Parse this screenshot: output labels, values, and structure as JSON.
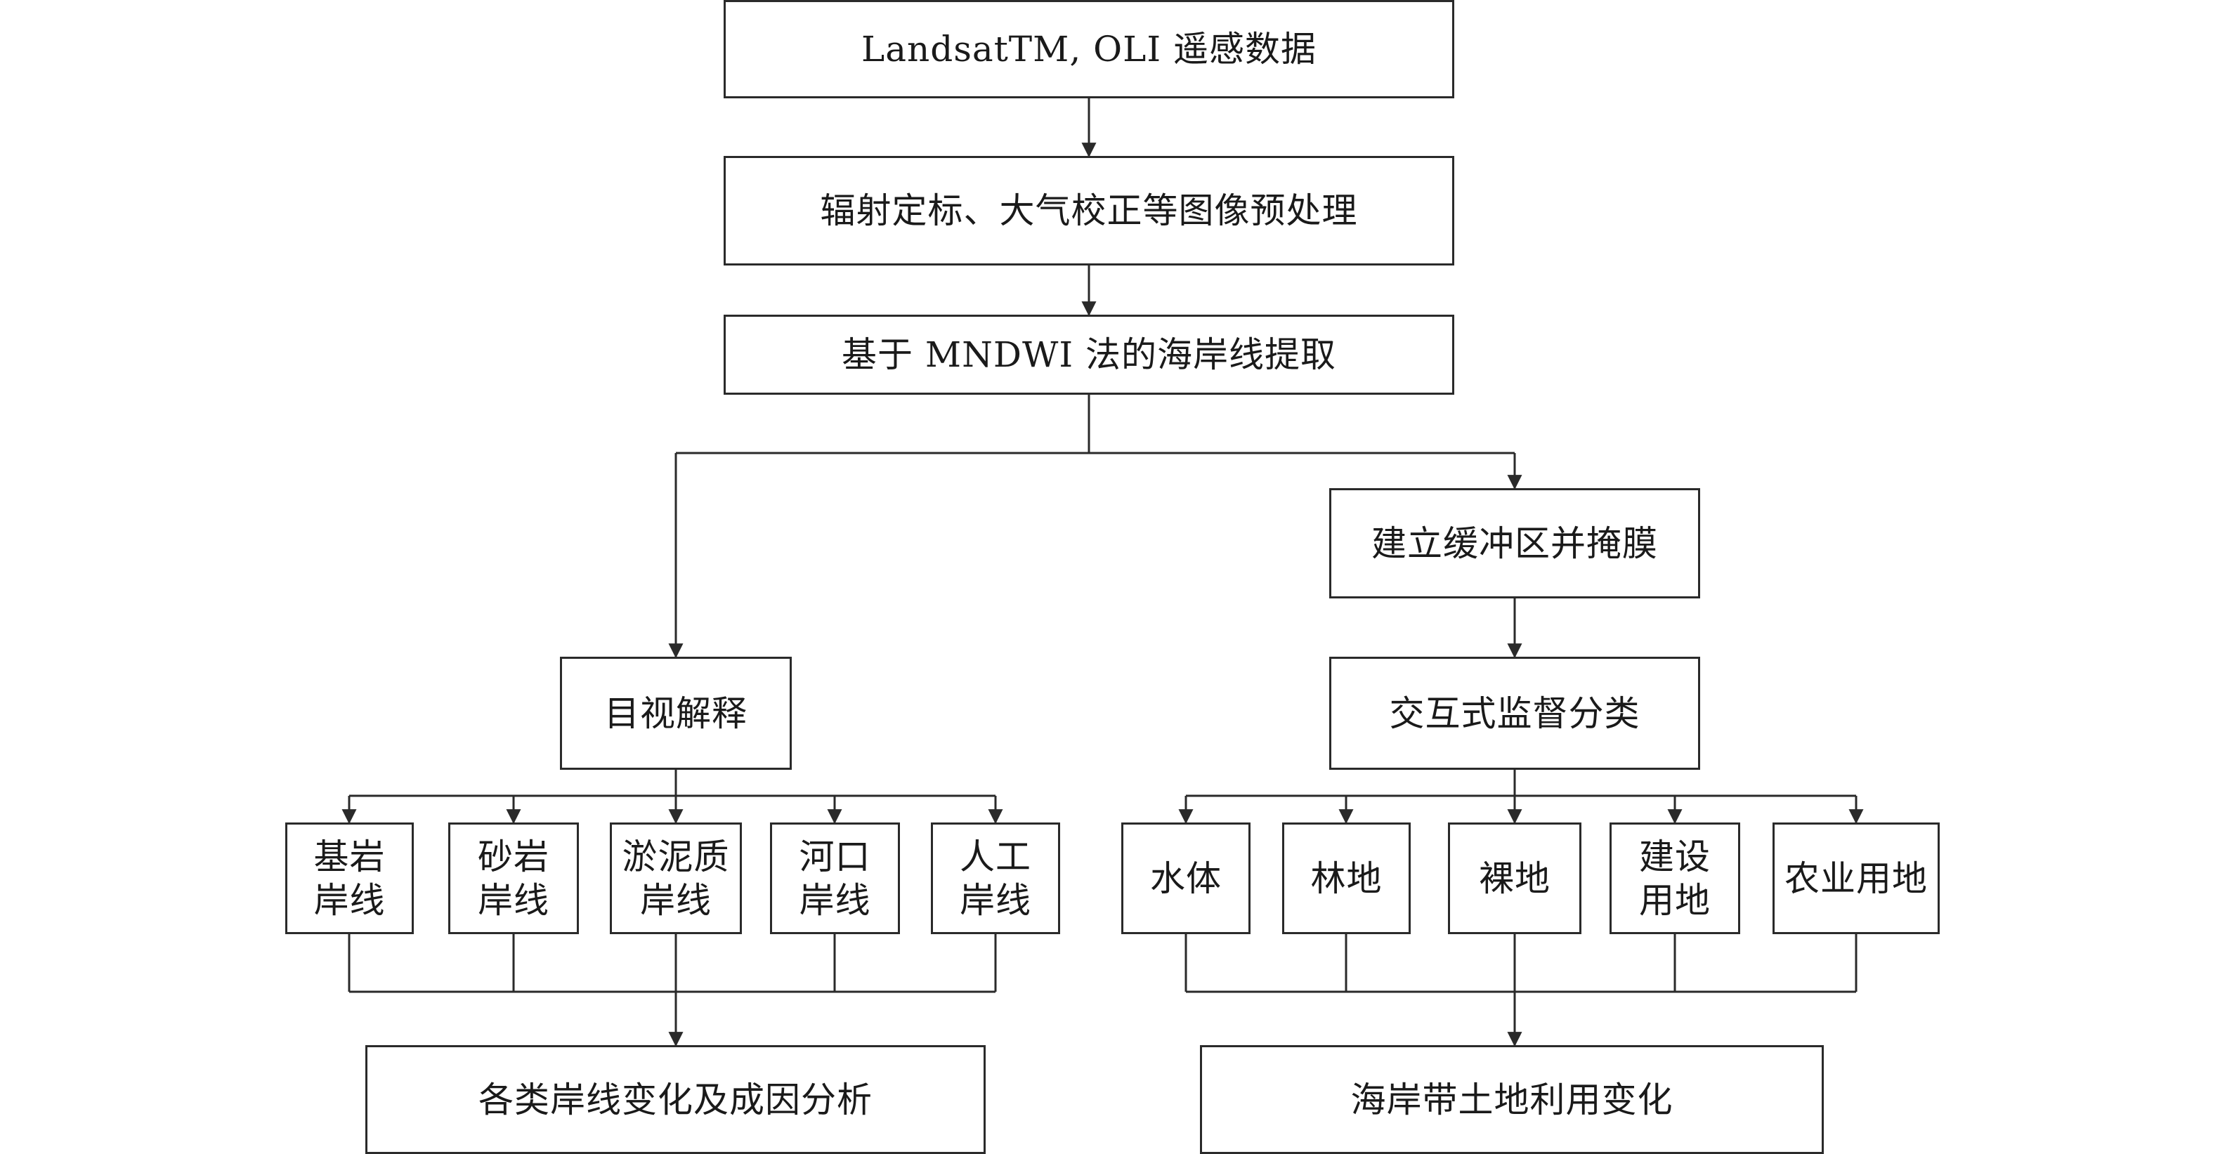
{
  "nodes": {
    "data_source": "LandsatTM, OLI 遥感数据",
    "preprocess": "辐射定标、大气校正等图像预处理",
    "extraction": "基于 MNDWI 法的海岸线提取",
    "visual_interpretation": "目视解释",
    "buffer_mask": "建立缓冲区并掩膜",
    "supervised_classification": "交互式监督分类",
    "coast_types": [
      "基岩\n岸线",
      "砂岩\n岸线",
      "淤泥质\n岸线",
      "河口\n岸线",
      "人工\n岸线"
    ],
    "land_types": [
      "水体",
      "林地",
      "裸地",
      "建设\n用地",
      "农业用地"
    ],
    "coast_analysis": "各类岸线变化及成因分析",
    "land_use_change": "海岸带土地利用变化"
  },
  "colors": {
    "line": "#2a2a2a",
    "text": "#1a1a1a",
    "background": "#ffffff"
  }
}
